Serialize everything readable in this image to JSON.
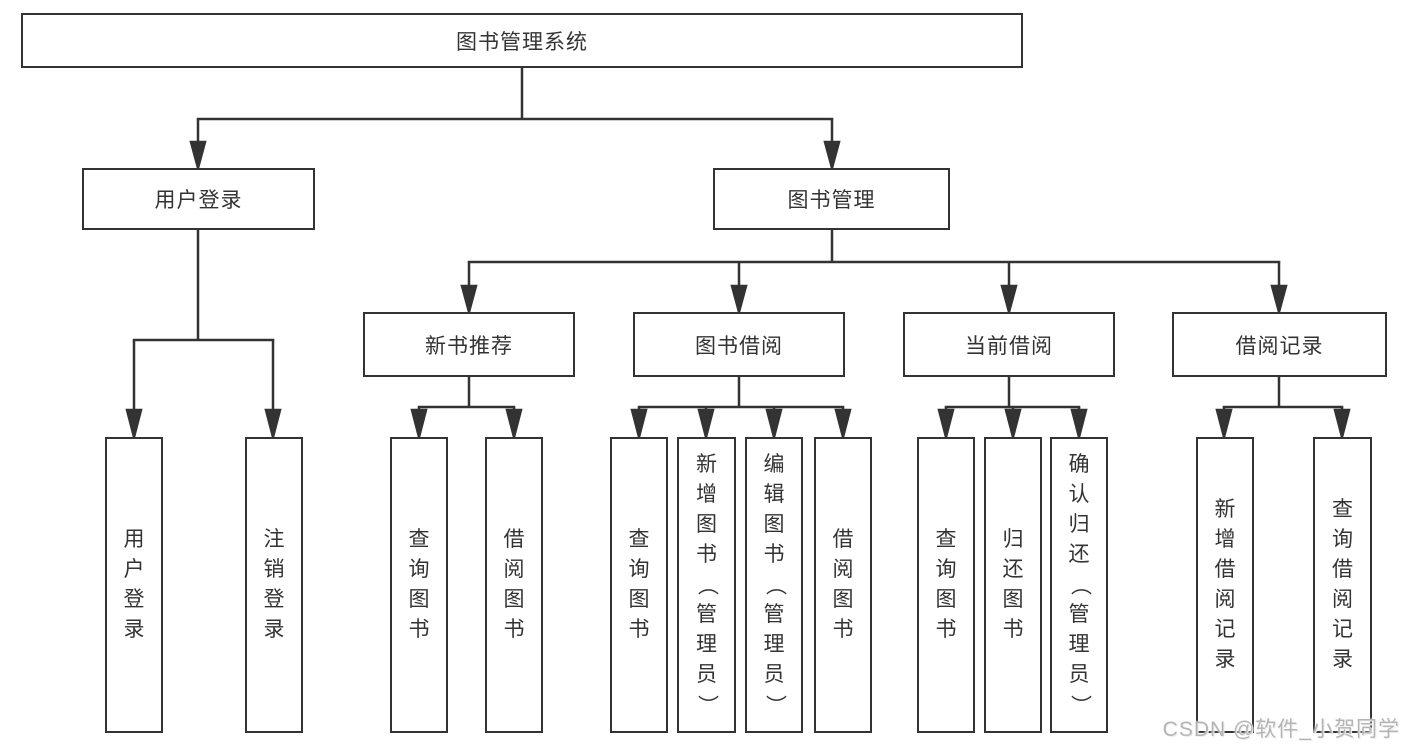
{
  "diagram": {
    "root": {
      "label": "图书管理系统"
    },
    "level2": [
      {
        "label": "用户登录"
      },
      {
        "label": "图书管理"
      }
    ],
    "level3": [
      {
        "label": "新书推荐"
      },
      {
        "label": "图书借阅"
      },
      {
        "label": "当前借阅"
      },
      {
        "label": "借阅记录"
      }
    ],
    "leaves": {
      "user_login": [
        {
          "label": "用户登录"
        },
        {
          "label": "注销登录"
        }
      ],
      "new_books": [
        {
          "label": "查询图书"
        },
        {
          "label": "借阅图书"
        }
      ],
      "book_borrow": [
        {
          "label": "查询图书"
        },
        {
          "label": "新增图书（管理员）"
        },
        {
          "label": "编辑图书（管理员）"
        },
        {
          "label": "借阅图书"
        }
      ],
      "current_borrow": [
        {
          "label": "查询图书"
        },
        {
          "label": "归还图书"
        },
        {
          "label": "确认归还（管理员）"
        }
      ],
      "borrow_records": [
        {
          "label": "新增借阅记录"
        },
        {
          "label": "查询借阅记录"
        }
      ]
    },
    "watermark": "CSDN @软件_小贺同学",
    "colors": {
      "line": "#333333",
      "text": "#333333",
      "background": "#ffffff",
      "watermark": "#b4b4b4"
    }
  }
}
